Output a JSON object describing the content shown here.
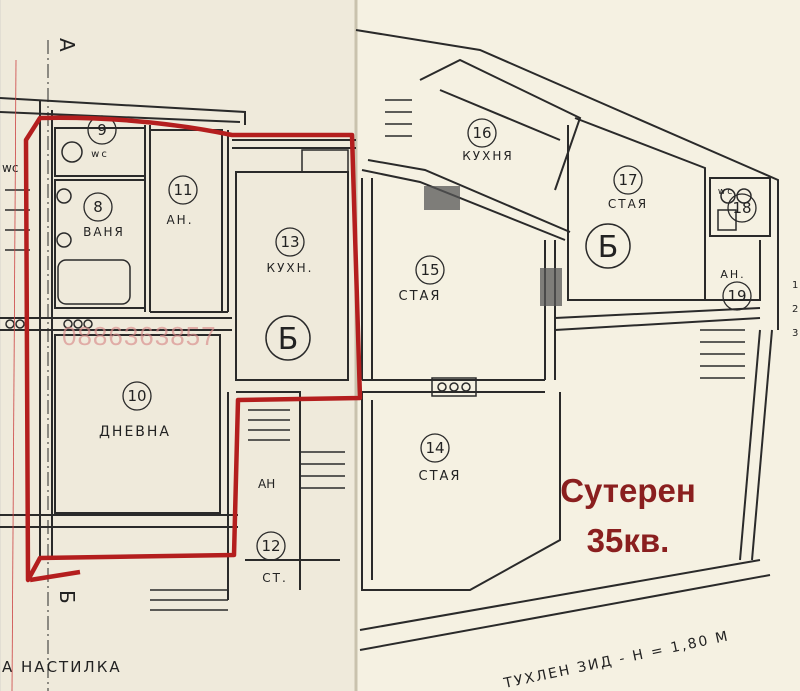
{
  "colors": {
    "paper_left": "#f0ecdc",
    "paper_right": "#f5f1e2",
    "ink": "#2a2a2a",
    "highlight": "#b41e1e",
    "overlay_text": "#8a1f1f",
    "watermark": "#d98b8b"
  },
  "rooms": [
    {
      "number": "9",
      "label": "wc"
    },
    {
      "number": "8",
      "label": "ВАНЯ"
    },
    {
      "number": "11",
      "label": "АН."
    },
    {
      "number": "13",
      "label": "КУХН."
    },
    {
      "number": "10",
      "label": "ДНЕВНА"
    },
    {
      "number": "12",
      "label": "СТ."
    },
    {
      "number": "16",
      "label": "КУХНЯ"
    },
    {
      "number": "17",
      "label": "СТАЯ"
    },
    {
      "number": "18",
      "label": "wc"
    },
    {
      "number": "19",
      "label": "АН."
    },
    {
      "number": "15",
      "label": "СТАЯ"
    },
    {
      "number": "14",
      "label": "СТАЯ"
    }
  ],
  "symbols": {
    "plan_b_mark": "Б",
    "corridor_label": "АН",
    "section_top": "А",
    "section_bottom": "Б",
    "left_cut_label": "wc"
  },
  "watermark_text": "0886363857",
  "bottom_left_text": "А НАСТИЛКА",
  "bottom_right_text": "ТУХЛЕН ЗИД - Н = 1,80 М",
  "edge_marks": [
    "1",
    "2",
    "3"
  ],
  "overlay": {
    "title": "Сутерен",
    "area": "35кв."
  }
}
